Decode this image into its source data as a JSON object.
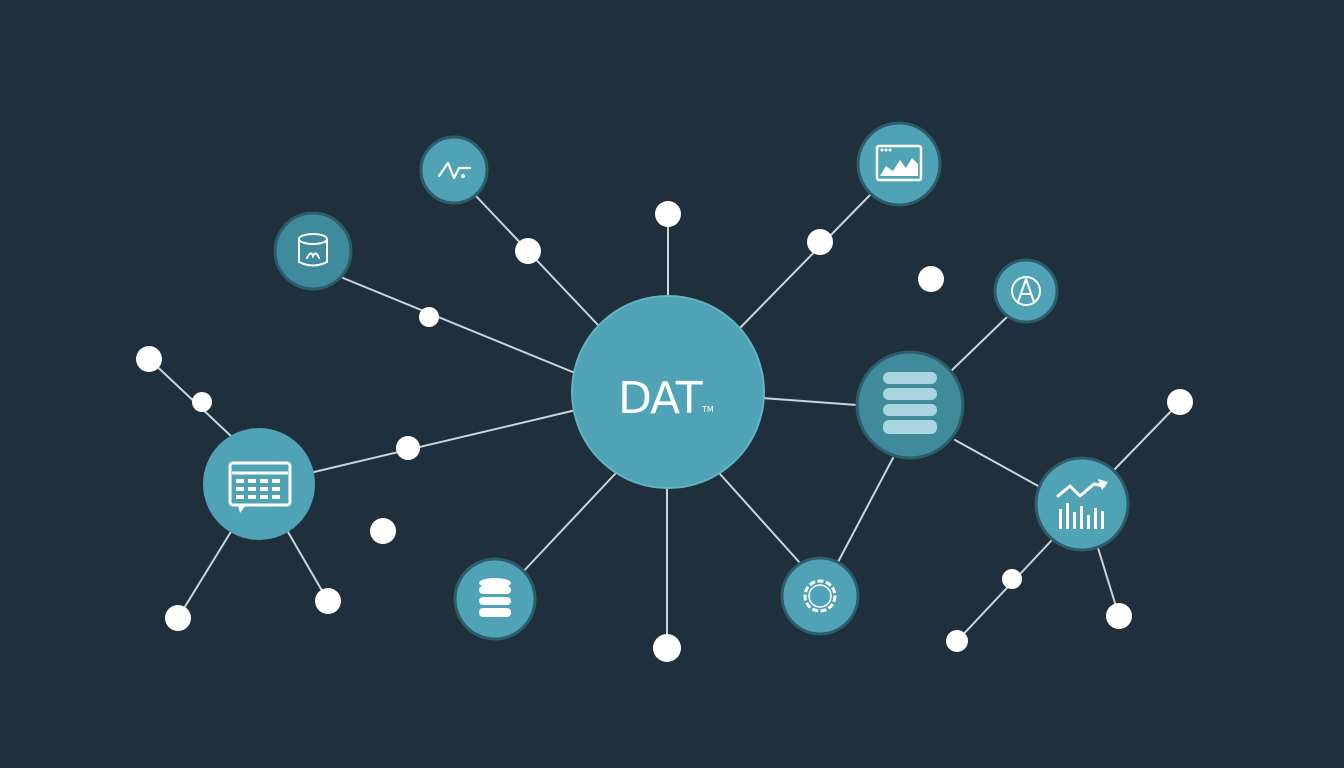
{
  "hub": {
    "label": "DAT",
    "mark": "TM"
  },
  "colors": {
    "background": "#1f2f3b",
    "edge": "#c9d6dc",
    "node_fill": "#4fa3b5",
    "node_dark": "#3f8a9b",
    "node_ring": "#2c5d6b",
    "dot": "#ffffff",
    "icon": "#ffffff"
  },
  "nodes": [
    {
      "id": "hub",
      "icon": "none"
    },
    {
      "id": "trend-node",
      "icon": "line-trend-icon"
    },
    {
      "id": "image-node",
      "icon": "image-chart-icon"
    },
    {
      "id": "cylinder-node",
      "icon": "cylinder-icon"
    },
    {
      "id": "compass-node",
      "icon": "compass-icon"
    },
    {
      "id": "database-large-node",
      "icon": "database-icon"
    },
    {
      "id": "table-node",
      "icon": "table-icon"
    },
    {
      "id": "database-small-node",
      "icon": "database-icon"
    },
    {
      "id": "gear-node",
      "icon": "gear-icon"
    },
    {
      "id": "analytics-node",
      "icon": "bar-trend-icon"
    }
  ]
}
